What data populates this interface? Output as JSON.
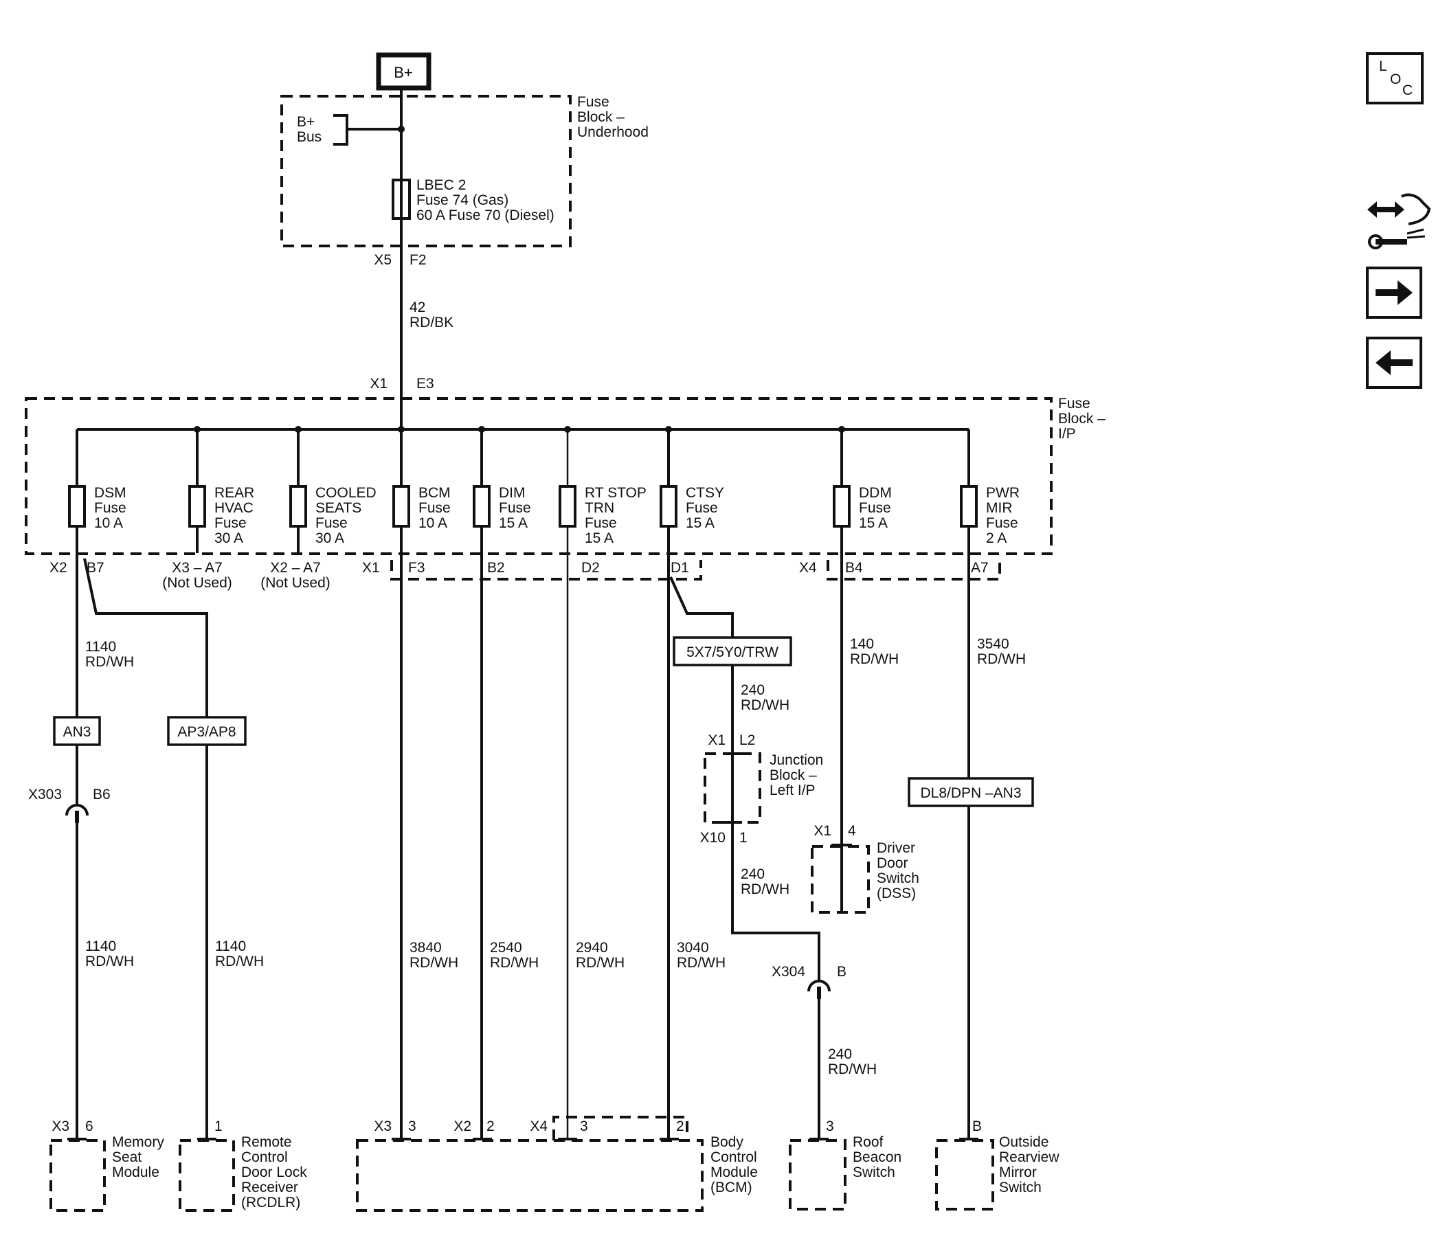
{
  "source": {
    "label": "B+"
  },
  "underhood": {
    "title": [
      "Fuse",
      "Block –",
      "Underhood"
    ],
    "bus": [
      "B+",
      "Bus"
    ],
    "fuse": [
      "LBEC 2",
      "Fuse 74 (Gas)",
      "60 A Fuse 70 (Diesel)"
    ],
    "pin_left": "X5",
    "pin_right": "F2"
  },
  "feed_wire": [
    "42",
    "RD/BK"
  ],
  "ip_block": {
    "title": [
      "Fuse",
      "Block –",
      "I/P"
    ],
    "pin_left": "X1",
    "pin_right": "E3",
    "fuses": [
      {
        "label": [
          "DSM",
          "Fuse",
          "10 A"
        ]
      },
      {
        "label": [
          "REAR",
          "HVAC",
          "Fuse",
          "30 A"
        ]
      },
      {
        "label": [
          "COOLED",
          "SEATS",
          "Fuse",
          "30 A"
        ]
      },
      {
        "label": [
          "BCM",
          "Fuse",
          "10 A"
        ]
      },
      {
        "label": [
          "DIM",
          "Fuse",
          "15 A"
        ]
      },
      {
        "label": [
          "RT STOP",
          "TRN",
          "Fuse",
          "15 A"
        ]
      },
      {
        "label": [
          "CTSY",
          "Fuse",
          "15 A"
        ]
      },
      {
        "label": [
          "DDM",
          "Fuse",
          "15 A"
        ]
      },
      {
        "label": [
          "PWR",
          "MIR",
          "Fuse",
          "2 A"
        ]
      }
    ],
    "pins": [
      "X2",
      "B7",
      "X3 – A7",
      "(Not Used)",
      "X2 – A7",
      "(Not Used)",
      "X1",
      "F3",
      "B2",
      "D2",
      "D1",
      "X4",
      "B4",
      "A7"
    ]
  },
  "options": [
    "AN3",
    "AP3/AP8",
    "5X7/5Y0/TRW",
    "DL8/DPN –AN3"
  ],
  "wires": {
    "dsm_upper": [
      "1140",
      "RD/WH"
    ],
    "dsm_lower": [
      "1140",
      "RD/WH"
    ],
    "rcdlr": [
      "1140",
      "RD/WH"
    ],
    "bcm": [
      "3840",
      "RD/WH"
    ],
    "dim": [
      "2540",
      "RD/WH"
    ],
    "rtstop": [
      "2940",
      "RD/WH"
    ],
    "ctsy": [
      "3040",
      "RD/WH"
    ],
    "jb_in": [
      "240",
      "RD/WH"
    ],
    "jb_out": [
      "240",
      "RD/WH"
    ],
    "roof": [
      "240",
      "RD/WH"
    ],
    "ddm": [
      "140",
      "RD/WH"
    ],
    "mir": [
      "3540",
      "RD/WH"
    ]
  },
  "connectors": {
    "x303": [
      "X303",
      "B6"
    ],
    "x304": [
      "X304",
      "B"
    ]
  },
  "junction_block": {
    "title": [
      "Junction",
      "Block –",
      "Left I/P"
    ],
    "pins": [
      "X1",
      "L2",
      "X10",
      "1"
    ]
  },
  "dss": {
    "title": [
      "Driver",
      "Door",
      "Switch",
      "(DSS)"
    ],
    "pins": [
      "X1",
      "4"
    ]
  },
  "modules": [
    {
      "name": [
        "Memory",
        "Seat",
        "Module"
      ],
      "pins": [
        "X3",
        "6"
      ]
    },
    {
      "name": [
        "Remote",
        "Control",
        "Door Lock",
        "Receiver",
        "(RCDLR)"
      ],
      "pins": [
        "1"
      ]
    },
    {
      "name": [
        "Body",
        "Control",
        "Module",
        "(BCM)"
      ],
      "pins": [
        "X3",
        "3",
        "X2",
        "2",
        "X4",
        "3",
        "2"
      ]
    },
    {
      "name": [
        "Roof",
        "Beacon",
        "Switch"
      ],
      "pins": [
        "3"
      ]
    },
    {
      "name": [
        "Outside",
        "Rearview",
        "Mirror",
        "Switch"
      ],
      "pins": [
        "B"
      ]
    }
  ],
  "side_buttons": {
    "loc": [
      "L",
      "O",
      "C"
    ],
    "icons": [
      "component-views-icon",
      "next-page-icon",
      "previous-page-icon"
    ]
  }
}
